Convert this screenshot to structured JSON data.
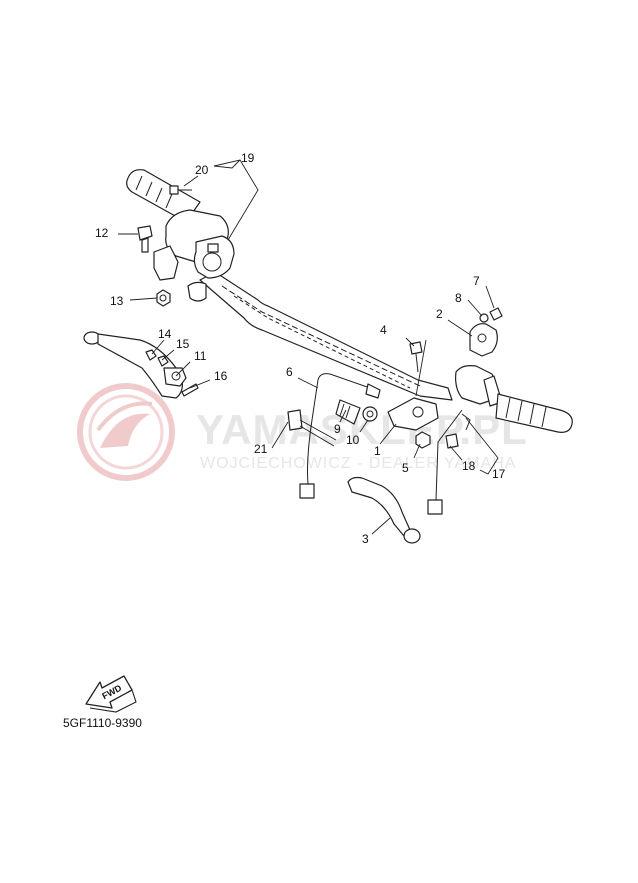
{
  "watermark": {
    "main": "YAMASKLEP.PL",
    "sub": "WOJCIECHOWICZ - DEALER YAMAHA"
  },
  "fwd_label": "FWD",
  "drawing_code": "5GF1110-9390",
  "callouts": [
    {
      "id": "1",
      "text": "1"
    },
    {
      "id": "2",
      "text": "2"
    },
    {
      "id": "3",
      "text": "3"
    },
    {
      "id": "4",
      "text": "4"
    },
    {
      "id": "5",
      "text": "5"
    },
    {
      "id": "6",
      "text": "6"
    },
    {
      "id": "7",
      "text": "7"
    },
    {
      "id": "8",
      "text": "8"
    },
    {
      "id": "9",
      "text": "9"
    },
    {
      "id": "10",
      "text": "10"
    },
    {
      "id": "11",
      "text": "11"
    },
    {
      "id": "12",
      "text": "12"
    },
    {
      "id": "13",
      "text": "13"
    },
    {
      "id": "14",
      "text": "14"
    },
    {
      "id": "15",
      "text": "15"
    },
    {
      "id": "16",
      "text": "16"
    },
    {
      "id": "17",
      "text": "17"
    },
    {
      "id": "18",
      "text": "18"
    },
    {
      "id": "19",
      "text": "19"
    },
    {
      "id": "20",
      "text": "20"
    },
    {
      "id": "21",
      "text": "21"
    }
  ],
  "colors": {
    "line": "#222222",
    "watermark": "#e6e6e6",
    "logo_red": "#f0c6c6"
  }
}
